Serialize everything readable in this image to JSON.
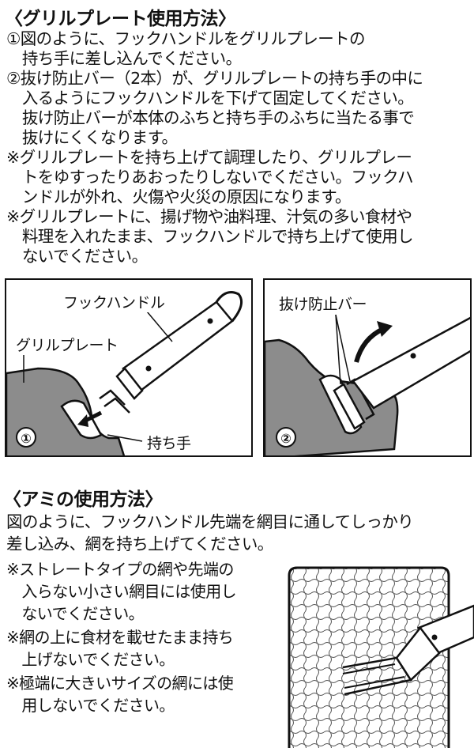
{
  "grill_plate": {
    "heading": "〈グリルプレート使用方法〉",
    "lines": [
      "①図のように、フックハンドルをグリルプレートの",
      "　持ち手に差し込んでください。",
      "②抜け防止バー（2本）が、グリルプレートの持ち手の中に",
      "　入るようにフックハンドルを下げて固定してください。",
      "　抜け防止バーが本体のふちと持ち手のふちに当たる事で",
      "　抜けにくくなります。",
      "※グリルプレートを持ち上げて調理したり、グリルプレー",
      "　トをゆすったりあおったりしないでください。フックハ",
      "　ンドルが外れ、火傷や火災の原因になります。",
      "※グリルプレートに、揚げ物や油料理、汁気の多い食材や",
      "　料理を入れたまま、フックハンドルで持ち上げて使用し",
      "　ないでください。"
    ],
    "figure1": {
      "label_hook_handle": "フックハンドル",
      "label_grill_plate": "グリルプレート",
      "label_grip": "持ち手",
      "step": "①"
    },
    "figure2": {
      "label_anti_slip_bar": "抜け防止バー",
      "step": "②"
    }
  },
  "mesh": {
    "heading": "〈アミの使用方法〉",
    "intro_lines": [
      "図のように、フックハンドル先端を網目に通してしっかり",
      "差し込み、網を持ち上げてください。"
    ],
    "notes": [
      "※ストレートタイプの網や先端の",
      "　入らない小さい網目には使用し",
      "　ないでください。",
      "※網の上に食材を載せたまま持ち",
      "　上げないでください。",
      "※極端に大きいサイズの網には使",
      "　用しないでください。"
    ]
  },
  "colors": {
    "plate_gray": "#8c8c8c",
    "ink": "#111111"
  }
}
